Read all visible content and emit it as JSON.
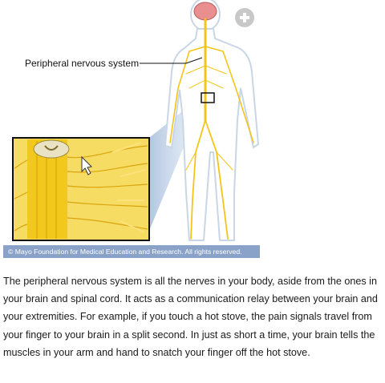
{
  "figure": {
    "label": "Peripheral nervous system",
    "copyright": "© Mayo Foundation for Medical Education and Research. All rights reserved.",
    "zoom_icon": "zoom-plus-icon",
    "colors": {
      "nerve": "#f4c518",
      "nerve_dark": "#d9a50c",
      "body_outline": "#c9d6e6",
      "inset_blue": "#b9cbe2",
      "copyright_bar": "#8aa2c8"
    }
  },
  "body_text": "The peripheral nervous system is all the nerves in your body, aside from the ones in your brain and spinal cord. It acts as a communication relay between your brain and your extremities. For example, if you touch a hot stove, the pain signals travel from your finger to your brain in a split second. In just as short a time, your brain tells the muscles in your arm and hand to snatch your finger off the hot stove."
}
